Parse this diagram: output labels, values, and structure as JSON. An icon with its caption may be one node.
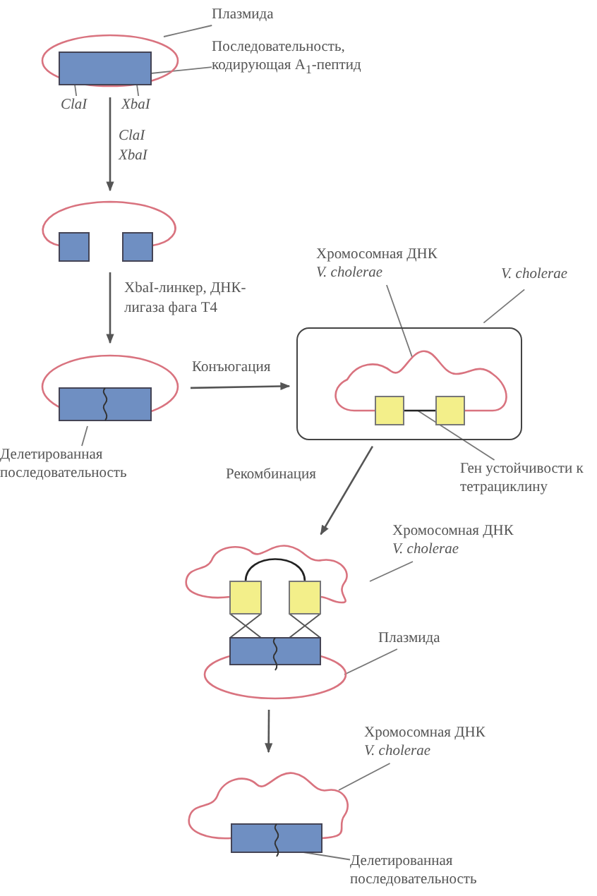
{
  "diagram": {
    "nodes": [
      {
        "text": [],
        "shape": "picture"
      },
      {
        "text": [],
        "shape": "picture"
      },
      {
        "text": [],
        "shape": "picture"
      },
      {
        "text": [],
        "shape": "box"
      },
      {
        "text": [],
        "shape": "picture"
      },
      {
        "text": [],
        "shape": "picture"
      },
      {
        "text": [
          "Плазмида"
        ]
      },
      {
        "text": [
          "Последовательность, кодирующая A$_{1}$-пептид"
        ]
      },
      {
        "text": [
          "ClaI"
        ]
      },
      {
        "text": [
          "XbaI"
        ]
      },
      {
        "text": [
          "Делетированная последовательность"
        ]
      },
      {
        "text": [
          "Хромосомная ДНК *V. cholerae*"
        ]
      },
      {
        "text": [
          "V. cholerae"
        ]
      },
      {
        "text": [
          "Ген устойчивости к тетрациклину"
        ]
      },
      {
        "text": [
          "Хромосомная ДНК *V. cholerae*"
        ]
      },
      {
        "text": [
          "Плазмида"
        ]
      },
      {
        "text": [
          "Хромосомная ДНК *V. cholerae*"
        ]
      },
      {
        "text": [
          "Делетированная последовательность"
        ]
      }
    ],
    "edges": [
      {
        "from": 0,
        "to": 1,
        "arrow": "to",
        "label": "ClaI XbaI"
      },
      {
        "from": 1,
        "to": 2,
        "arrow": "to",
        "label": "XbaI-линкер, ДНК-лигаза фага Т4"
      },
      {
        "from": 2,
        "to": 3,
        "arrow": "to",
        "label": "Конъюгация"
      },
      {
        "from": 3,
        "to": 4,
        "arrow": "to",
        "label": "Рекомбинация"
      },
      {
        "from": 4,
        "to": 5,
        "arrow": "to"
      },
      {
        "from": 6,
        "to": 0,
        "arrow": "none"
      },
      {
        "from": 7,
        "to": 0,
        "arrow": "none"
      },
      {
        "from": 8,
        "to": 0,
        "arrow": "none"
      },
      {
        "from": 9,
        "to": 0,
        "arrow": "none"
      },
      {
        "from": 10,
        "to": 2,
        "arrow": "none"
      },
      {
        "from": 11,
        "to": 3,
        "arrow": "none"
      },
      {
        "from": 12,
        "to": 3,
        "arrow": "none"
      },
      {
        "from": 13,
        "to": 3,
        "arrow": "none"
      },
      {
        "from": 14,
        "to": 4,
        "arrow": "none"
      },
      {
        "from": 15,
        "to": 4,
        "arrow": "none"
      },
      {
        "from": 16,
        "to": 5,
        "arrow": "none"
      },
      {
        "from": 17,
        "to": 5,
        "arrow": "none"
      }
    ]
  }
}
